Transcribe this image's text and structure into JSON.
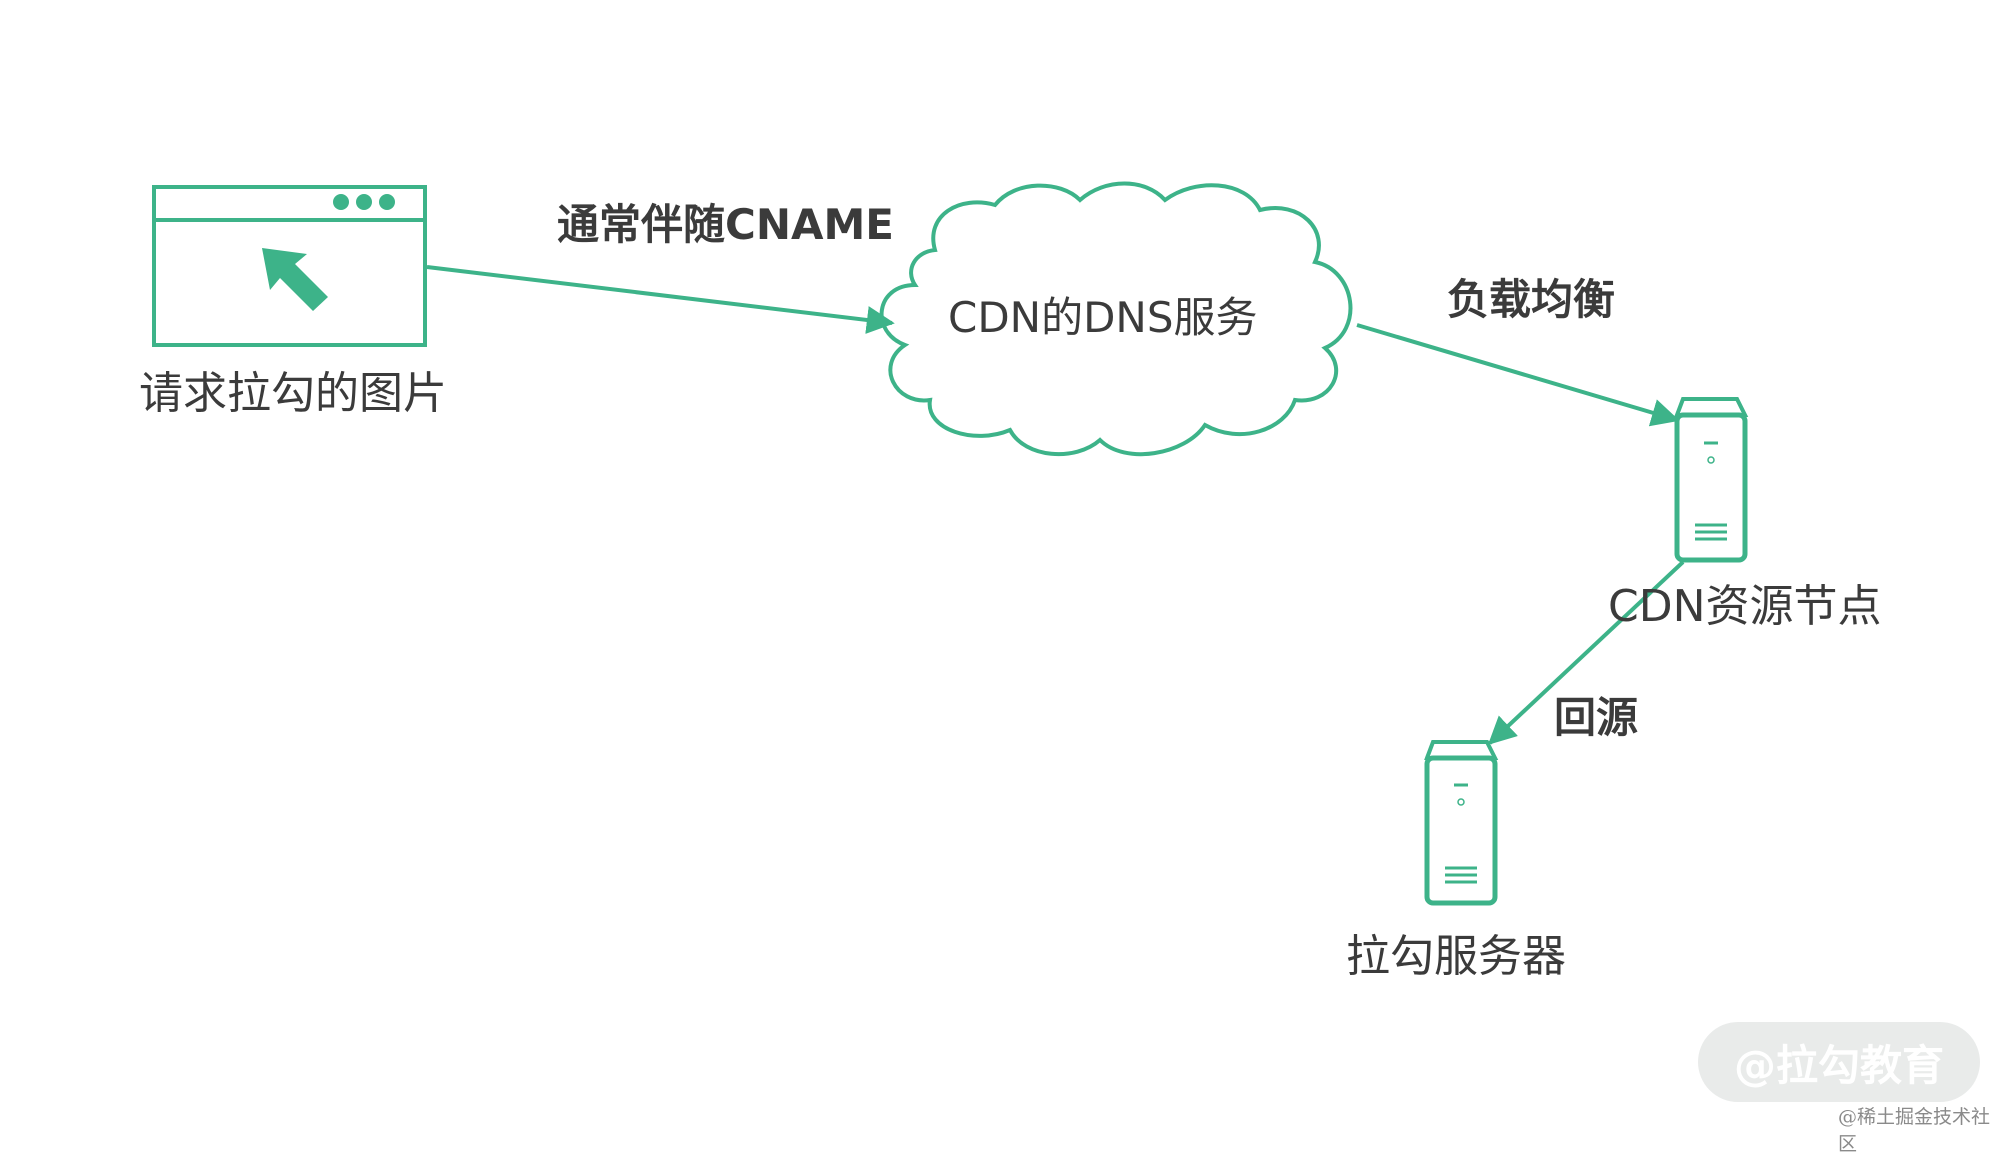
{
  "diagram": {
    "accent_color": "#3db389",
    "nodes": {
      "browser": {
        "label": "请求拉勾的图片",
        "icon": "browser-window-icon"
      },
      "dns": {
        "label": "CDN的DNS服务",
        "icon": "cloud-icon"
      },
      "cdn_node": {
        "label": "CDN资源节点",
        "icon": "server-icon"
      },
      "origin": {
        "label": "拉勾服务器",
        "icon": "server-icon"
      }
    },
    "edges": [
      {
        "from": "browser",
        "to": "dns",
        "label": "通常伴随CNAME"
      },
      {
        "from": "dns",
        "to": "cdn_node",
        "label": "负载均衡"
      },
      {
        "from": "cdn_node",
        "to": "origin",
        "label": "回源"
      }
    ]
  },
  "watermark": {
    "main": "@拉勾教育",
    "sub": "@稀土掘金技术社区"
  }
}
